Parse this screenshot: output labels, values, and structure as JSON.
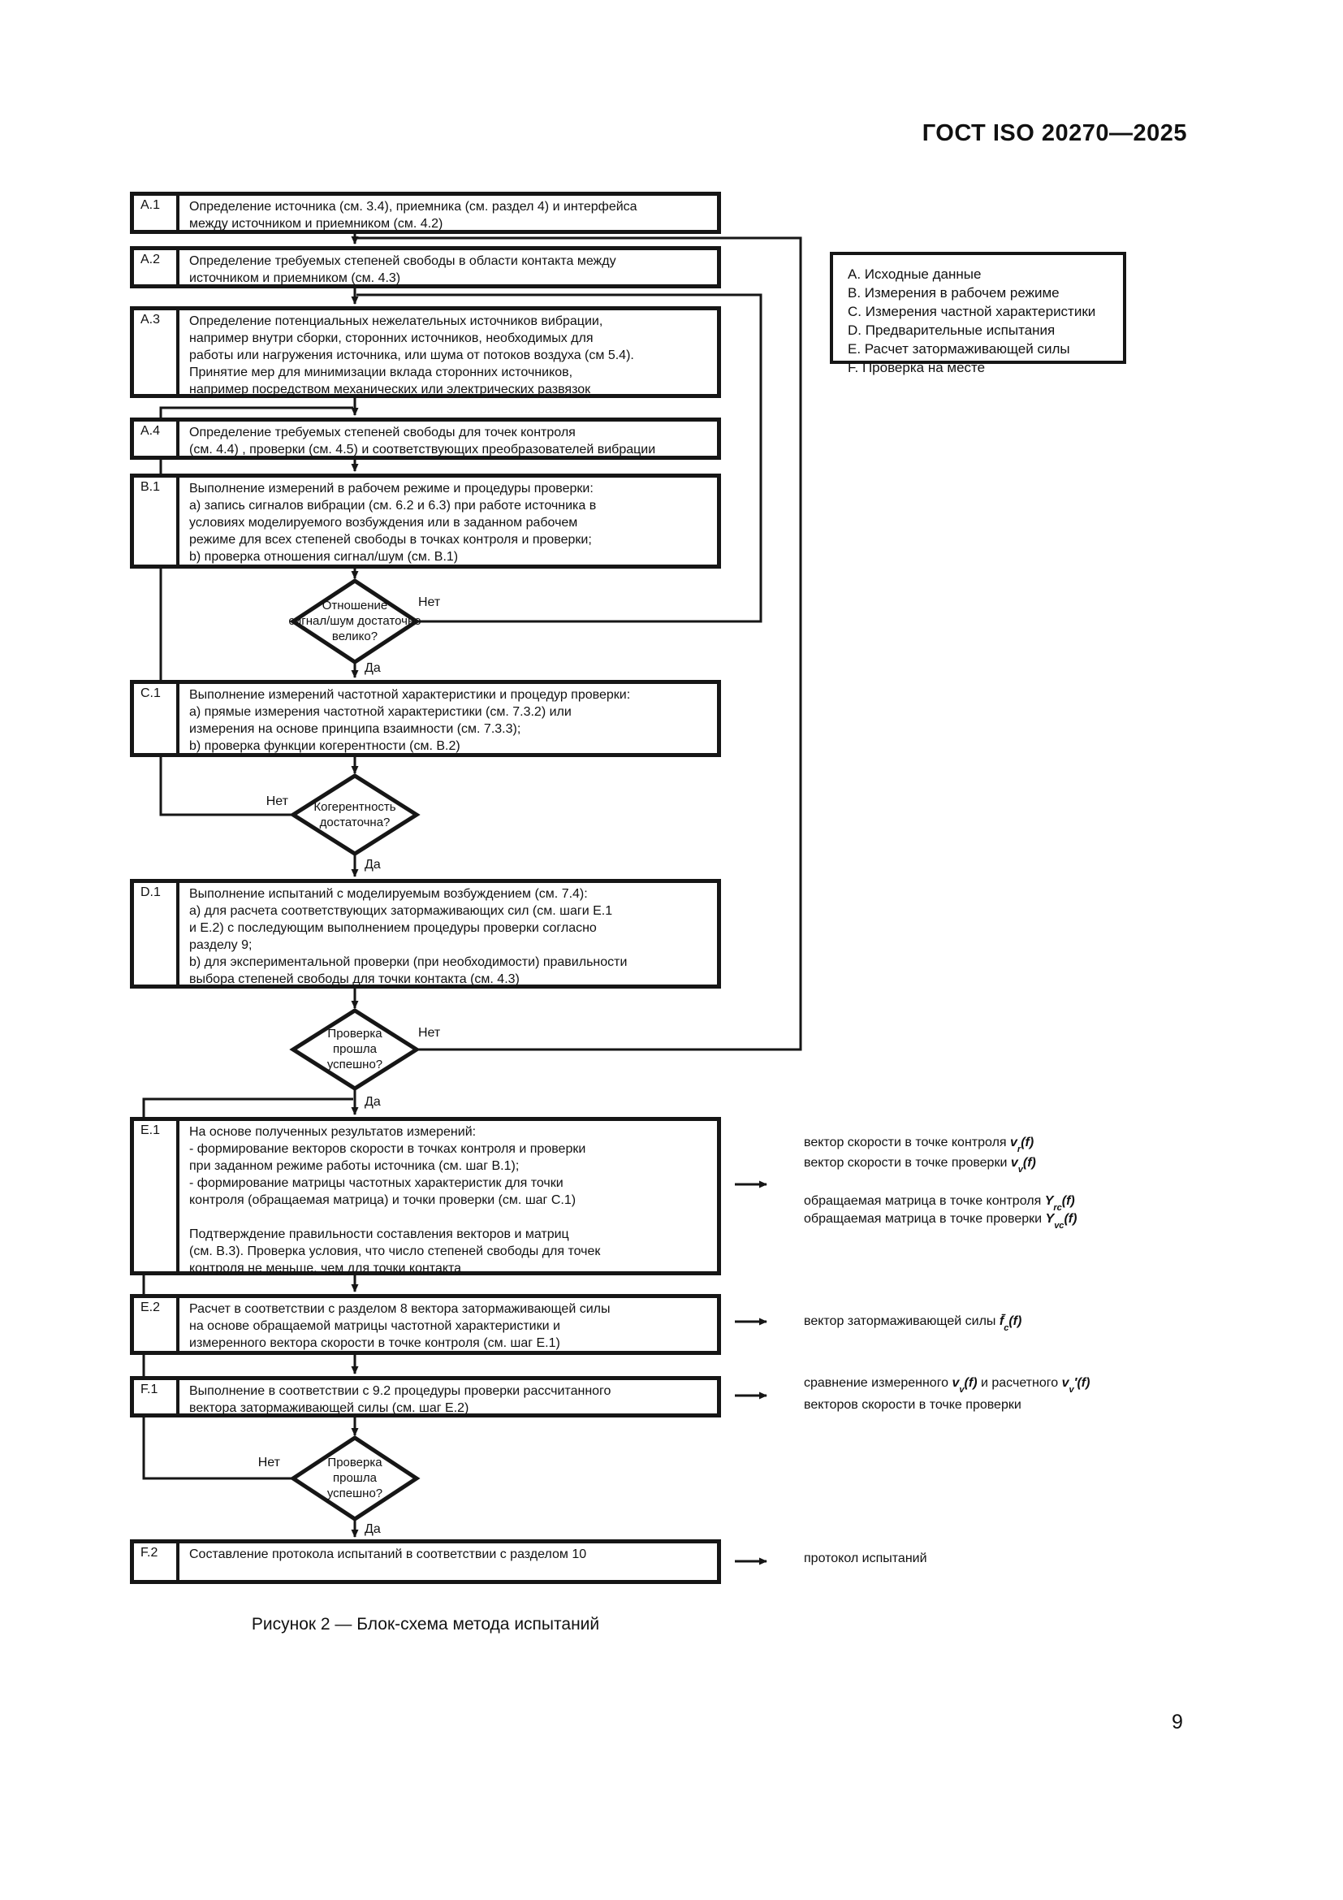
{
  "header": {
    "title": "ГОСТ ISO 20270—2025"
  },
  "legend": {
    "items": [
      "А. Исходные данные",
      "В. Измерения в рабочем режиме",
      "С. Измерения частной характеристики",
      "D. Предварительные испытания",
      "Е. Расчет затормаживающей силы",
      "F. Проверка на месте"
    ]
  },
  "boxes": [
    {
      "id": "A.1",
      "text": "Определение источника (см. 3.4), приемника (см. раздел 4) и интерфейса\nмежду источником и приемником (см. 4.2)"
    },
    {
      "id": "A.2",
      "text": "Определение требуемых степеней свободы в области контакта между\nисточником и приемником (см. 4.3)"
    },
    {
      "id": "A.3",
      "text": "Определение потенциальных нежелательных источников вибрации,\nнапример внутри сборки, сторонних источников, необходимых для\nработы или нагружения источника, или шума от потоков воздуха (см 5.4).\nПринятие мер для минимизации вклада сторонних источников,\nнапример посредством механических или электрических развязок"
    },
    {
      "id": "A.4",
      "text": "Определение требуемых степеней свободы для точек контроля\n(см. 4.4) , проверки (см. 4.5) и соответствующих преобразователей вибрации"
    },
    {
      "id": "B.1",
      "text": "Выполнение измерений в рабочем режиме и процедуры проверки:\nа) запись сигналов вибрации (см. 6.2 и 6.3) при работе источника в\nусловиях моделируемого возбуждения или в заданном рабочем\nрежиме для всех степеней свободы в точках контроля и проверки;\nb) проверка отношения сигнал/шум (см. В.1)"
    },
    {
      "id": "C.1",
      "text": "Выполнение измерений частотной характеристики и процедур проверки:\nа) прямые измерения частотной характеристики (см. 7.3.2) или\nизмерения на основе принципа взаимности (см. 7.3.3);\nb) проверка функции когерентности (см. В.2)"
    },
    {
      "id": "D.1",
      "text": "Выполнение испытаний с моделируемым возбуждением (см. 7.4):\nа) для расчета соответствующих затормаживающих сил (см. шаги Е.1\nи Е.2) с последующим выполнением процедуры проверки согласно\nразделу 9;\nb) для экспериментальной проверки (при необходимости) правильности\nвыбора степеней свободы для точки контакта (см. 4.3)"
    },
    {
      "id": "E.1",
      "text": "На основе полученных результатов измерений:\n- формирование векторов скорости в точках контроля и проверки\nпри заданном режиме работы источника (см. шаг В.1);\n- формирование матрицы частотных характеристик для точки\nконтроля (обращаемая матрица) и точки проверки (см. шаг С.1)\n\nПодтверждение правильности составления векторов и матриц\n(см. В.3). Проверка условия, что число степеней свободы для точек\nконтроля не меньше, чем для точки контакта"
    },
    {
      "id": "E.2",
      "text": "Расчет в соответствии с разделом 8 вектора затормаживающей силы\nна основе обращаемой матрицы частотной характеристики и\nизмеренного вектора скорости в точке контроля (см. шаг Е.1)"
    },
    {
      "id": "F.1",
      "text": "Выполнение в соответствии с 9.2 процедуры проверки рассчитанного\nвектора затормаживающей силы (см. шаг Е.2)"
    },
    {
      "id": "F.2",
      "text": "Составление протокола испытаний в соответствии с разделом 10"
    }
  ],
  "decisions": [
    {
      "text": "Отношение\nсигнал/шум достаточно\nвелико?",
      "no_label": "Нет",
      "yes_label": "Да"
    },
    {
      "text": "Когерентность\nдостаточна?",
      "no_label": "Нет",
      "yes_label": "Да"
    },
    {
      "text": "Проверка\nпрошла\nуспешно?",
      "no_label": "Нет",
      "yes_label": "Да"
    },
    {
      "text": "Проверка\nпрошла\nуспешно?",
      "no_label": "Нет",
      "yes_label": "Да"
    }
  ],
  "annotations": {
    "e1": [
      {
        "pre": "вектор скорости в точке контроля ",
        "var": "v",
        "sub": "r",
        "tail": "(f)"
      },
      {
        "pre": "вектор скорости в точке проверки ",
        "var": "v",
        "sub": "v",
        "tail": "(f)"
      },
      {
        "pre": "обращаемая матрица в точке контроля ",
        "var": "Y",
        "sub": "rc",
        "tail": "(f)"
      },
      {
        "pre": "обращаемая матрица в точке проверки ",
        "var": "Y",
        "sub": "vc",
        "tail": "(f)"
      }
    ],
    "e2": {
      "pre": "вектор затормаживающей силы ",
      "var": "f̄",
      "sub": "c",
      "tail": "(f)"
    },
    "f1": {
      "pre": "сравнение измеренного ",
      "var1": "v",
      "sub1": "v",
      "tail1": "(f)",
      "mid": " и расчетного ",
      "var2": "v",
      "sub2": "v",
      "tail2": "′(f)",
      "line2": "векторов скорости в точке проверки"
    },
    "f2": "протокол испытаний"
  },
  "caption": "Рисунок 2 — Блок-схема метода испытаний",
  "page_number": "9"
}
